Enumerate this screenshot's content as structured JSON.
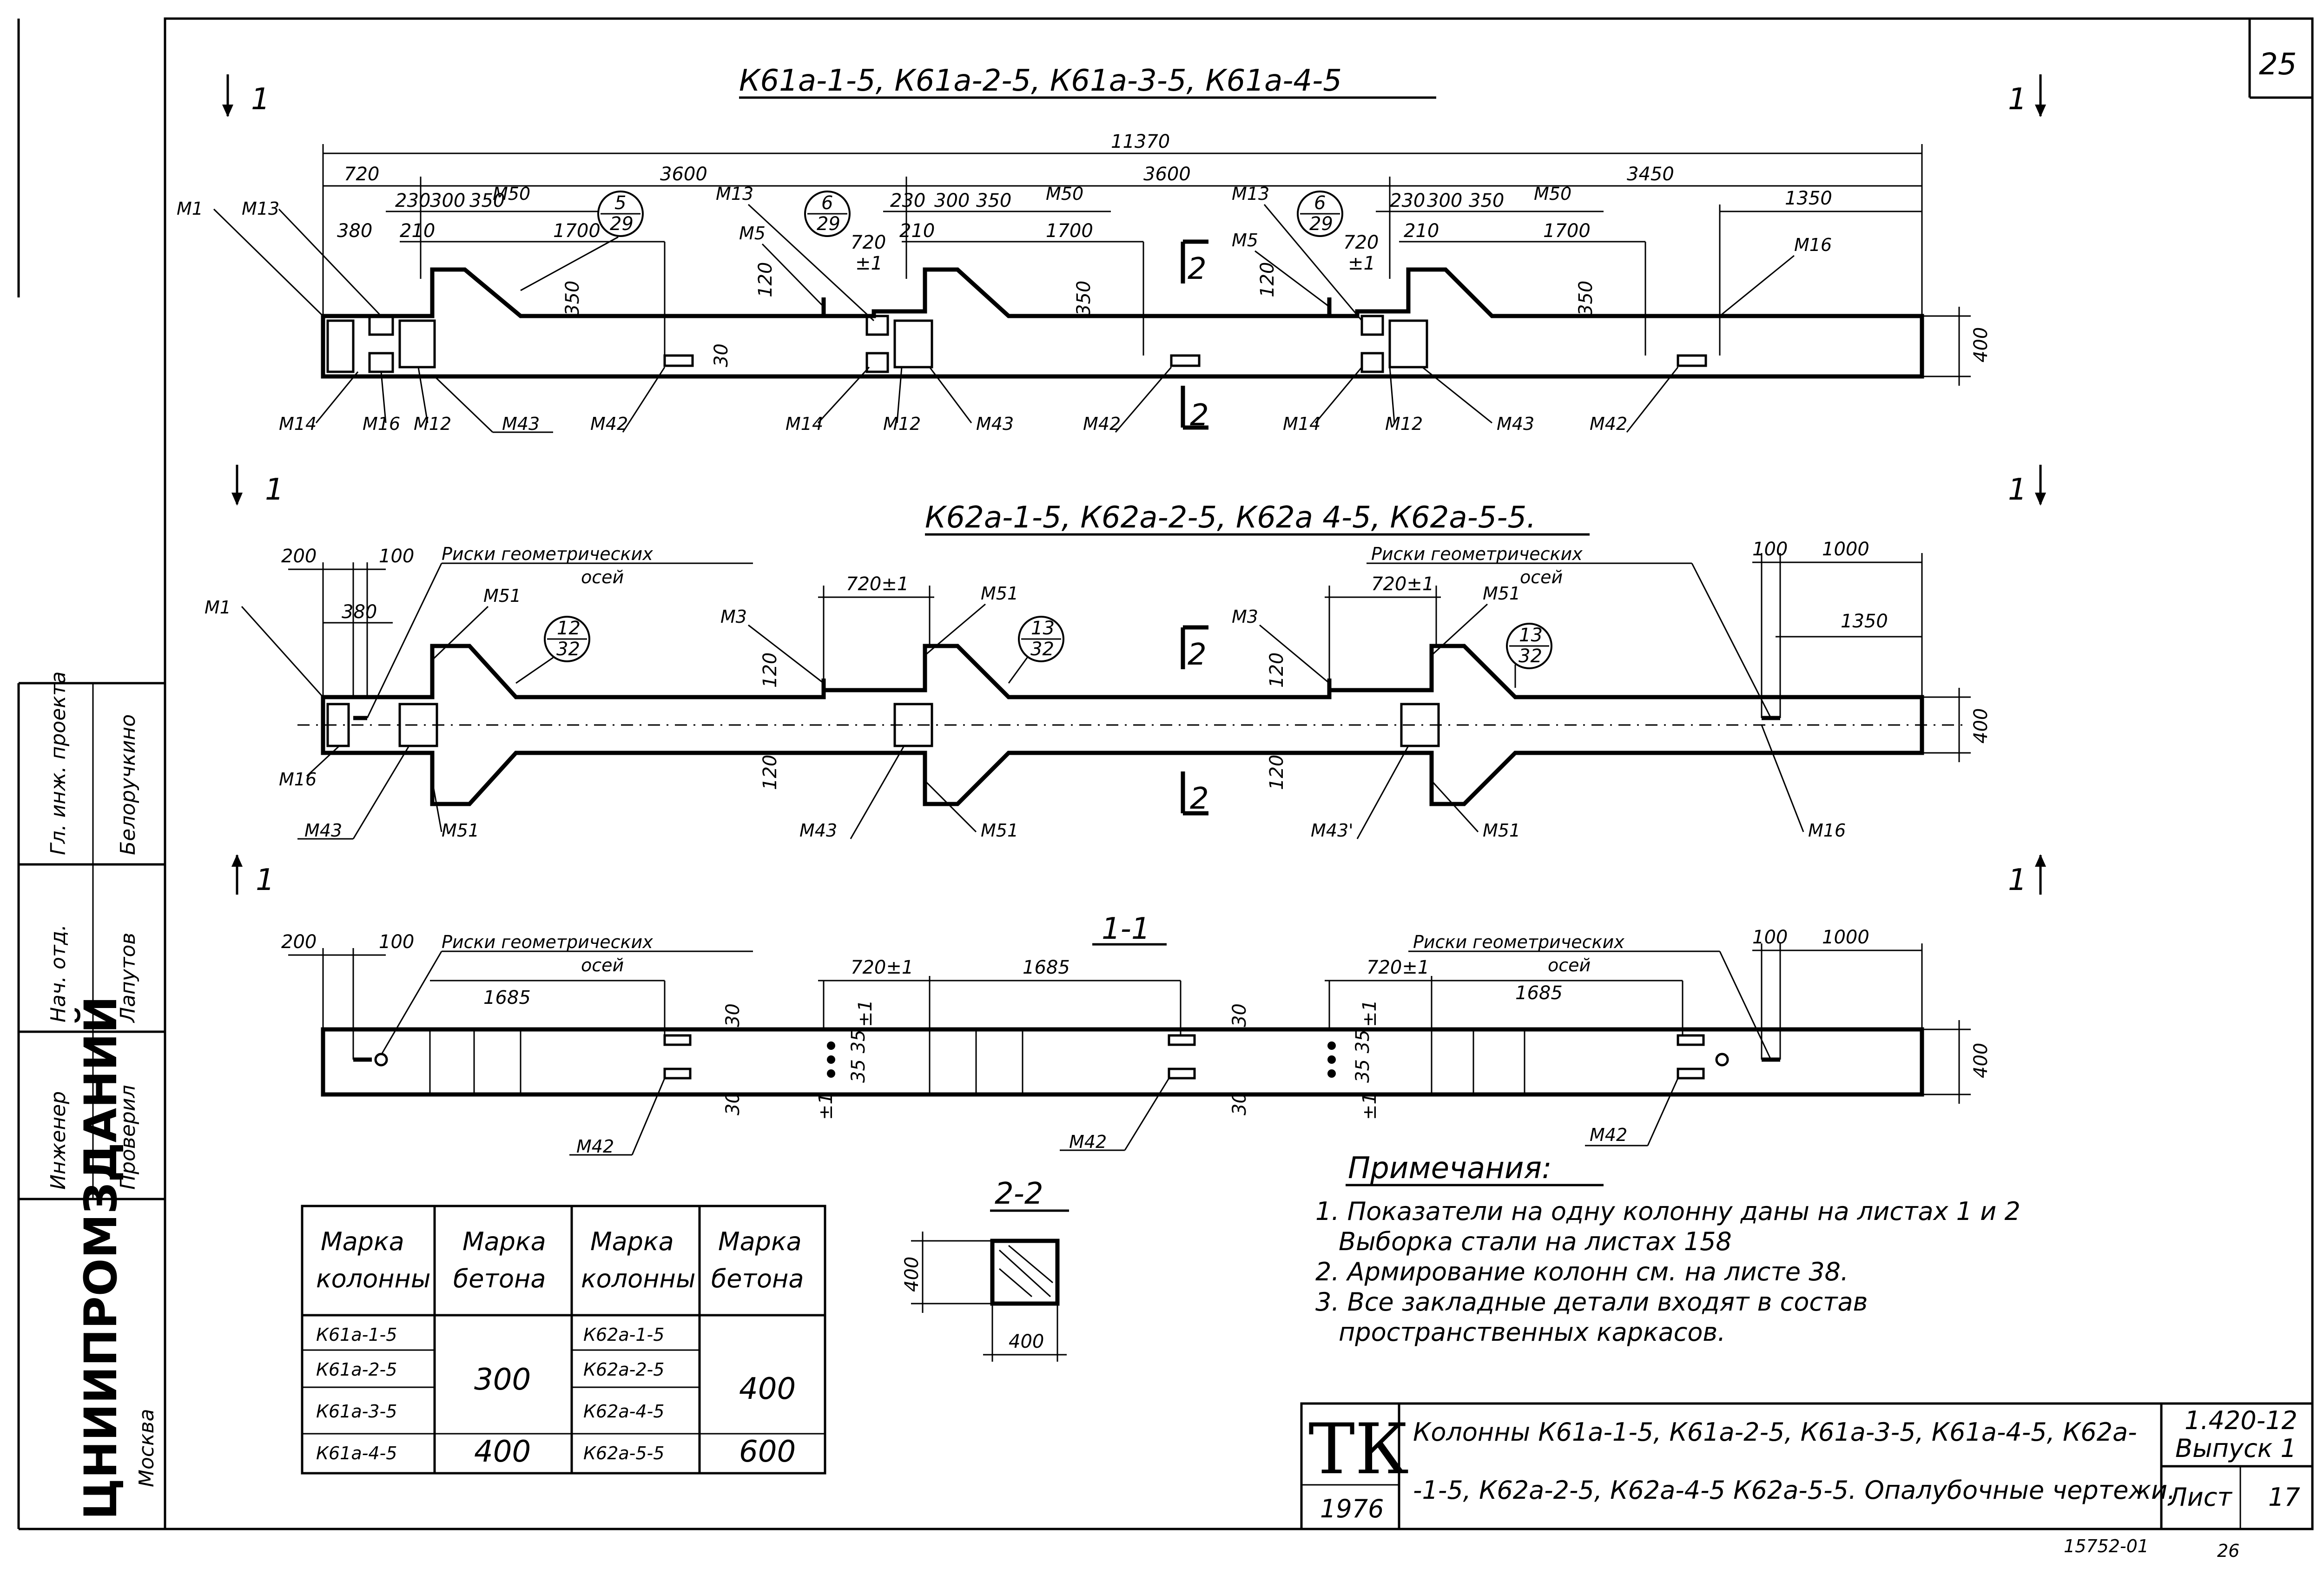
{
  "sheet_number": "25",
  "drawing_1": {
    "title": "К61а-1-5, К61а-2-5, К61а-3-5, К61а-4-5",
    "overall": "11370",
    "spans": [
      "720",
      "3600",
      "3600",
      "3450"
    ],
    "dims": {
      "d230": "230",
      "d300": "300",
      "d350": "350",
      "d380": "380",
      "d210": "210",
      "d1700": "1700",
      "d1350": "1350",
      "d720": "720",
      "pm1": "±1",
      "d120": "120",
      "d350v": "350",
      "d30": "30",
      "d400": "400"
    },
    "callouts": [
      {
        "top": "5",
        "bot": "29"
      },
      {
        "top": "6",
        "bot": "29"
      },
      {
        "top": "6",
        "bot": "29"
      }
    ],
    "labels": {
      "m1": "М1",
      "m13": "М13",
      "m50": "М50",
      "m5": "М5",
      "m16": "М16",
      "m14": "М14",
      "m12": "М12",
      "m43": "М43",
      "m42": "М42"
    },
    "section_mark": "1",
    "section_2": "2"
  },
  "drawing_2": {
    "title": "К62а-1-5, К62а-2-5, К62а 4-5, К62а-5-5.",
    "risk_label_1": "Риски геометрических",
    "risk_label_2": "осей",
    "dims": {
      "d200": "200",
      "d100": "100",
      "d380": "380",
      "d720": "720±1",
      "d1000": "1000",
      "d1350": "1350",
      "d120": "120",
      "d400": "400"
    },
    "callouts": [
      {
        "top": "12",
        "bot": "32"
      },
      {
        "top": "13",
        "bot": "32"
      },
      {
        "top": "13",
        "bot": "32"
      }
    ],
    "labels": {
      "m1": "М1",
      "m51": "М51",
      "m3": "М3",
      "m16": "М16",
      "m43": "М43",
      "m43p": "М43'"
    }
  },
  "drawing_3": {
    "title": "1-1",
    "dims": {
      "d200": "200",
      "d100": "100",
      "d1685": "1685",
      "d720": "720±1",
      "d1000": "1000",
      "d30": "30",
      "d3535": "35 35",
      "pm1": "±1",
      "d400": "400"
    },
    "labels": {
      "m42": "М42"
    }
  },
  "section_2_2": {
    "title": "2-2",
    "d400a": "400",
    "d400b": "400"
  },
  "notes": {
    "heading": "Примечания:",
    "items": [
      "1. Показатели на одну колонну даны на листах 1 и 2",
      "Выборка стали на листах 158",
      "2. Армирование колонн см. на листе 38.",
      "3. Все закладные детали входят в состав",
      "пространственных каркасов."
    ]
  },
  "table": {
    "headers": [
      [
        "Марка",
        "колонны"
      ],
      [
        "Марка",
        "бетона"
      ],
      [
        "Марка",
        "колонны"
      ],
      [
        "Марка",
        "бетона"
      ]
    ],
    "col1": [
      "К61а-1-5",
      "К61а-2-5",
      "К61а-3-5",
      "К61а-4-5"
    ],
    "col2": {
      "group": "300",
      "last": "400"
    },
    "col3": [
      "К62а-1-5",
      "К62а-2-5",
      "К62а-4-5",
      "К62а-5-5"
    ],
    "col4": {
      "group": "400",
      "last": "600"
    }
  },
  "title_block": {
    "logo": "ТК",
    "year": "1976",
    "line1": "Колонны К61а-1-5, К61а-2-5, К61а-3-5, К61а-4-5, К62а-",
    "line2": "-1-5, К62а-2-5, К62а-4-5 К62а-5-5. Опалубочные чертежи.",
    "doc_code": "1.420-12",
    "issue": "Выпуск 1",
    "sheet_label": "Лист",
    "sheet_value": "17",
    "bottom_num": "15752-01",
    "bottom_num2": "26"
  },
  "side_stamp": {
    "org": "ЦНИИПРОМЗДАНИЙ",
    "city": "Москва",
    "rows": [
      {
        "role": "Гл. инж. проекта",
        "name": "Белоручкино"
      },
      {
        "role": "Нач. отд.",
        "name": "Лапутов"
      },
      {
        "role": "Инженер",
        "name": "Проверил"
      }
    ]
  }
}
